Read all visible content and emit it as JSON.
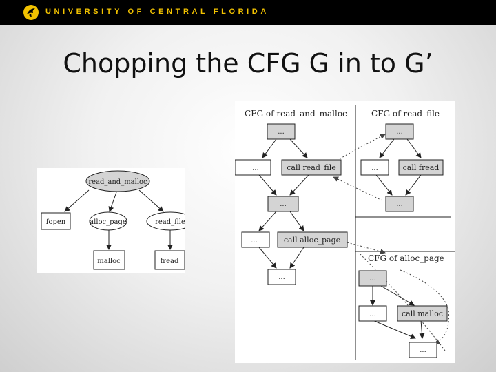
{
  "header": {
    "university_name": "UNIVERSITY OF CENTRAL FLORIDA",
    "logo_icon": "pegasus-logo-icon",
    "accent_color": "#f2c200"
  },
  "slide": {
    "title": "Chopping the CFG G in to G’"
  },
  "call_graph": {
    "root": "read_and_malloc",
    "callees": [
      "fopen",
      "alloc_page",
      "read_file"
    ],
    "leaves": [
      "malloc",
      "fread"
    ]
  },
  "cfg_figure": {
    "read_and_malloc": {
      "title": "CFG of read_and_malloc",
      "entry": "...",
      "left_block": "...",
      "call_block": "call read_file",
      "join_block": "...",
      "left_block_2": "...",
      "call_block_2": "call alloc_page",
      "exit_block": "..."
    },
    "read_file": {
      "title": "CFG of read_file",
      "entry": "...",
      "left_block": "...",
      "call_block": "call fread",
      "exit_block": "..."
    },
    "alloc_page": {
      "title": "CFG of alloc_page",
      "entry": "...",
      "left_block": "...",
      "call_block": "call malloc",
      "exit_block": "..."
    }
  }
}
